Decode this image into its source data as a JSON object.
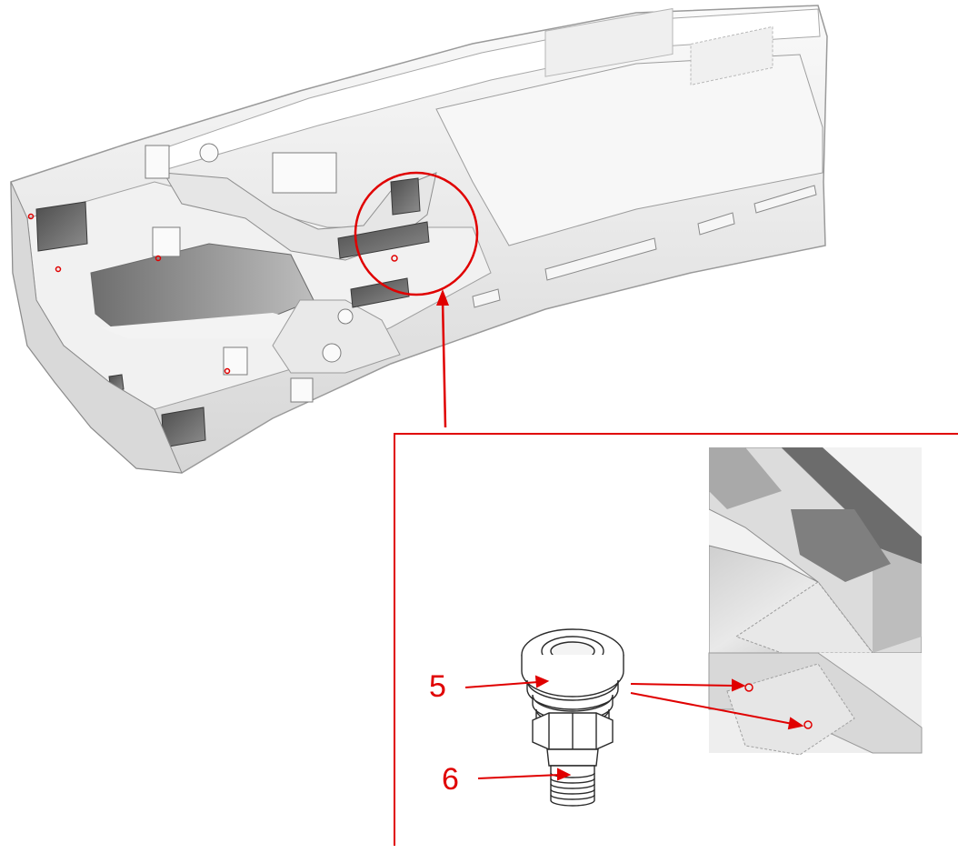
{
  "callouts": [
    {
      "label": "5"
    },
    {
      "label": "6"
    }
  ],
  "colors": {
    "accent": "#e00000",
    "part_light": "#f4f4f4",
    "part_shadow": "#7a7a7a",
    "part_outline": "#2b2b2b"
  },
  "icons": [
    "magnifier-circle",
    "connector-arrow",
    "valve-fitting",
    "detail-photo"
  ]
}
